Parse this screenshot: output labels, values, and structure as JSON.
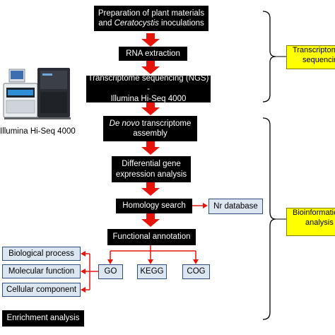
{
  "steps": {
    "prep_line1": "Preparation of plant materials",
    "prep_line2_pre": "and ",
    "prep_line2_italic": "Ceratocystis",
    "prep_line2_post": " inoculations",
    "rna": "RNA extraction",
    "seq_line1": "Transcriptome sequencing (NGS) -",
    "seq_line2": "Illumina Hi-Seq 4000",
    "denovo_italic": "De novo",
    "denovo_rest": " transcriptome",
    "denovo_line2": "assembly",
    "diff_line1": "Differential gene",
    "diff_line2": "expression analysis",
    "homology": "Homology search",
    "functional": "Functional annotation",
    "enrichment": "Enrichment analysis"
  },
  "databases": {
    "nr": "Nr database",
    "go": "GO",
    "kegg": "KEGG",
    "cog": "COG"
  },
  "go_categories": [
    "Biological process",
    "Molecular function",
    "Cellular component"
  ],
  "side_labels": {
    "transcriptome_line1": "Transcriptome",
    "transcriptome_line2": "sequencing",
    "bioinfo_line1": "Bioinformatics",
    "bioinfo_line2": "analysis"
  },
  "instrument_caption": "Illumina Hi-Seq 4000",
  "colors": {
    "arrow": "#e8140c",
    "box_dark": "#000000",
    "box_light": "#dce6f1",
    "side_label_bg": "#ffff00"
  }
}
